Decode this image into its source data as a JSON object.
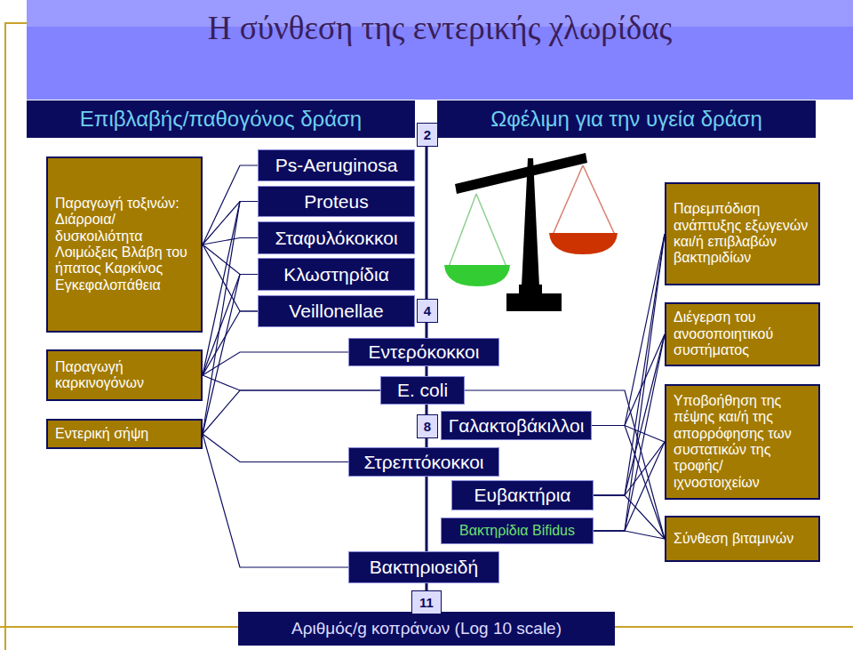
{
  "diagram": {
    "title": "Η σύνθεση της εντερικής χλωρίδας",
    "nodes": [
      {
        "text": [
          "Επιβλαβής/παθογόνος δράση"
        ]
      },
      {
        "text": [
          "Ωφέλιμη για την υγεία δράση"
        ]
      },
      {
        "text": [
          "Παραγωγή τοξινών: Διάρροια/ δυσκοιλιότητα Λοιμώξεις Βλάβη του ήπατος Καρκίνος Εγκεφαλοπάθεια"
        ]
      },
      {
        "text": [
          "Παραγωγή καρκινογόνων"
        ]
      },
      {
        "text": [
          "Εντερική σήψη"
        ]
      },
      {
        "text": [
          "Ps-Aeruginosa"
        ]
      },
      {
        "text": [
          "Proteus"
        ]
      },
      {
        "text": [
          "Σταφυλόκοκκοι"
        ]
      },
      {
        "text": [
          "Κλωστηρίδια"
        ]
      },
      {
        "text": [
          "Veillonellae"
        ]
      },
      {
        "text": [
          "Εντερόκοκκοι"
        ]
      },
      {
        "text": [
          "E. coli"
        ]
      },
      {
        "text": [
          "Γαλακτοβάκιλλοι"
        ]
      },
      {
        "text": [
          "Στρεπτόκοκκοι"
        ]
      },
      {
        "text": [
          "Ευβακτήρια"
        ]
      },
      {
        "text": [
          "Βακτηρίδια Bifidus"
        ]
      },
      {
        "text": [
          "Βακτηριοειδή"
        ]
      },
      {
        "text": [
          "Παρεμπόδιση ανάπτυξης εξωγενών και/ή επιβλαβών βακτηριδίων"
        ]
      },
      {
        "text": [
          "Διέγερση του ανοσοποιητικού συστήματος"
        ]
      },
      {
        "text": [
          "Υποβοήθηση της πέψης και/ή της απορρόφησης των συστατικών της τροφής/ ιχνοστοιχείων"
        ]
      },
      {
        "text": [
          "Σύνθεση βιταμινών"
        ]
      },
      {
        "text": [
          "Αριθμός/g κοπράνων (Log 10 scale)"
        ]
      }
    ],
    "edges": [
      {
        "from": 2,
        "to": 5,
        "arrow": "none"
      },
      {
        "from": 2,
        "to": 6,
        "arrow": "none"
      },
      {
        "from": 2,
        "to": 7,
        "arrow": "none"
      },
      {
        "from": 2,
        "to": 8,
        "arrow": "none"
      },
      {
        "from": 2,
        "to": 9,
        "arrow": "none"
      },
      {
        "from": 3,
        "to": 6,
        "arrow": "none"
      },
      {
        "from": 3,
        "to": 8,
        "arrow": "none"
      },
      {
        "from": 3,
        "to": 9,
        "arrow": "none"
      },
      {
        "from": 3,
        "to": 10,
        "arrow": "none"
      },
      {
        "from": 3,
        "to": 11,
        "arrow": "none"
      },
      {
        "from": 4,
        "to": 6,
        "arrow": "none"
      },
      {
        "from": 4,
        "to": 8,
        "arrow": "none"
      },
      {
        "from": 4,
        "to": 11,
        "arrow": "none"
      },
      {
        "from": 4,
        "to": 13,
        "arrow": "none"
      },
      {
        "from": 4,
        "to": 16,
        "arrow": "none"
      },
      {
        "from": 12,
        "to": 17,
        "arrow": "none"
      },
      {
        "from": 14,
        "to": 17,
        "arrow": "none"
      },
      {
        "from": 15,
        "to": 17,
        "arrow": "none"
      },
      {
        "from": 12,
        "to": 18,
        "arrow": "none"
      },
      {
        "from": 14,
        "to": 18,
        "arrow": "none"
      },
      {
        "from": 15,
        "to": 18,
        "arrow": "none"
      },
      {
        "from": 12,
        "to": 19,
        "arrow": "none"
      },
      {
        "from": 14,
        "to": 19,
        "arrow": "none"
      },
      {
        "from": 15,
        "to": 19,
        "arrow": "none"
      },
      {
        "from": 12,
        "to": 20,
        "arrow": "none"
      },
      {
        "from": 14,
        "to": 20,
        "arrow": "none"
      },
      {
        "from": 15,
        "to": 20,
        "arrow": "none"
      },
      {
        "from": 11,
        "to": 20,
        "arrow": "none"
      }
    ],
    "labels": [
      "2",
      "4",
      "8",
      "11"
    ]
  }
}
